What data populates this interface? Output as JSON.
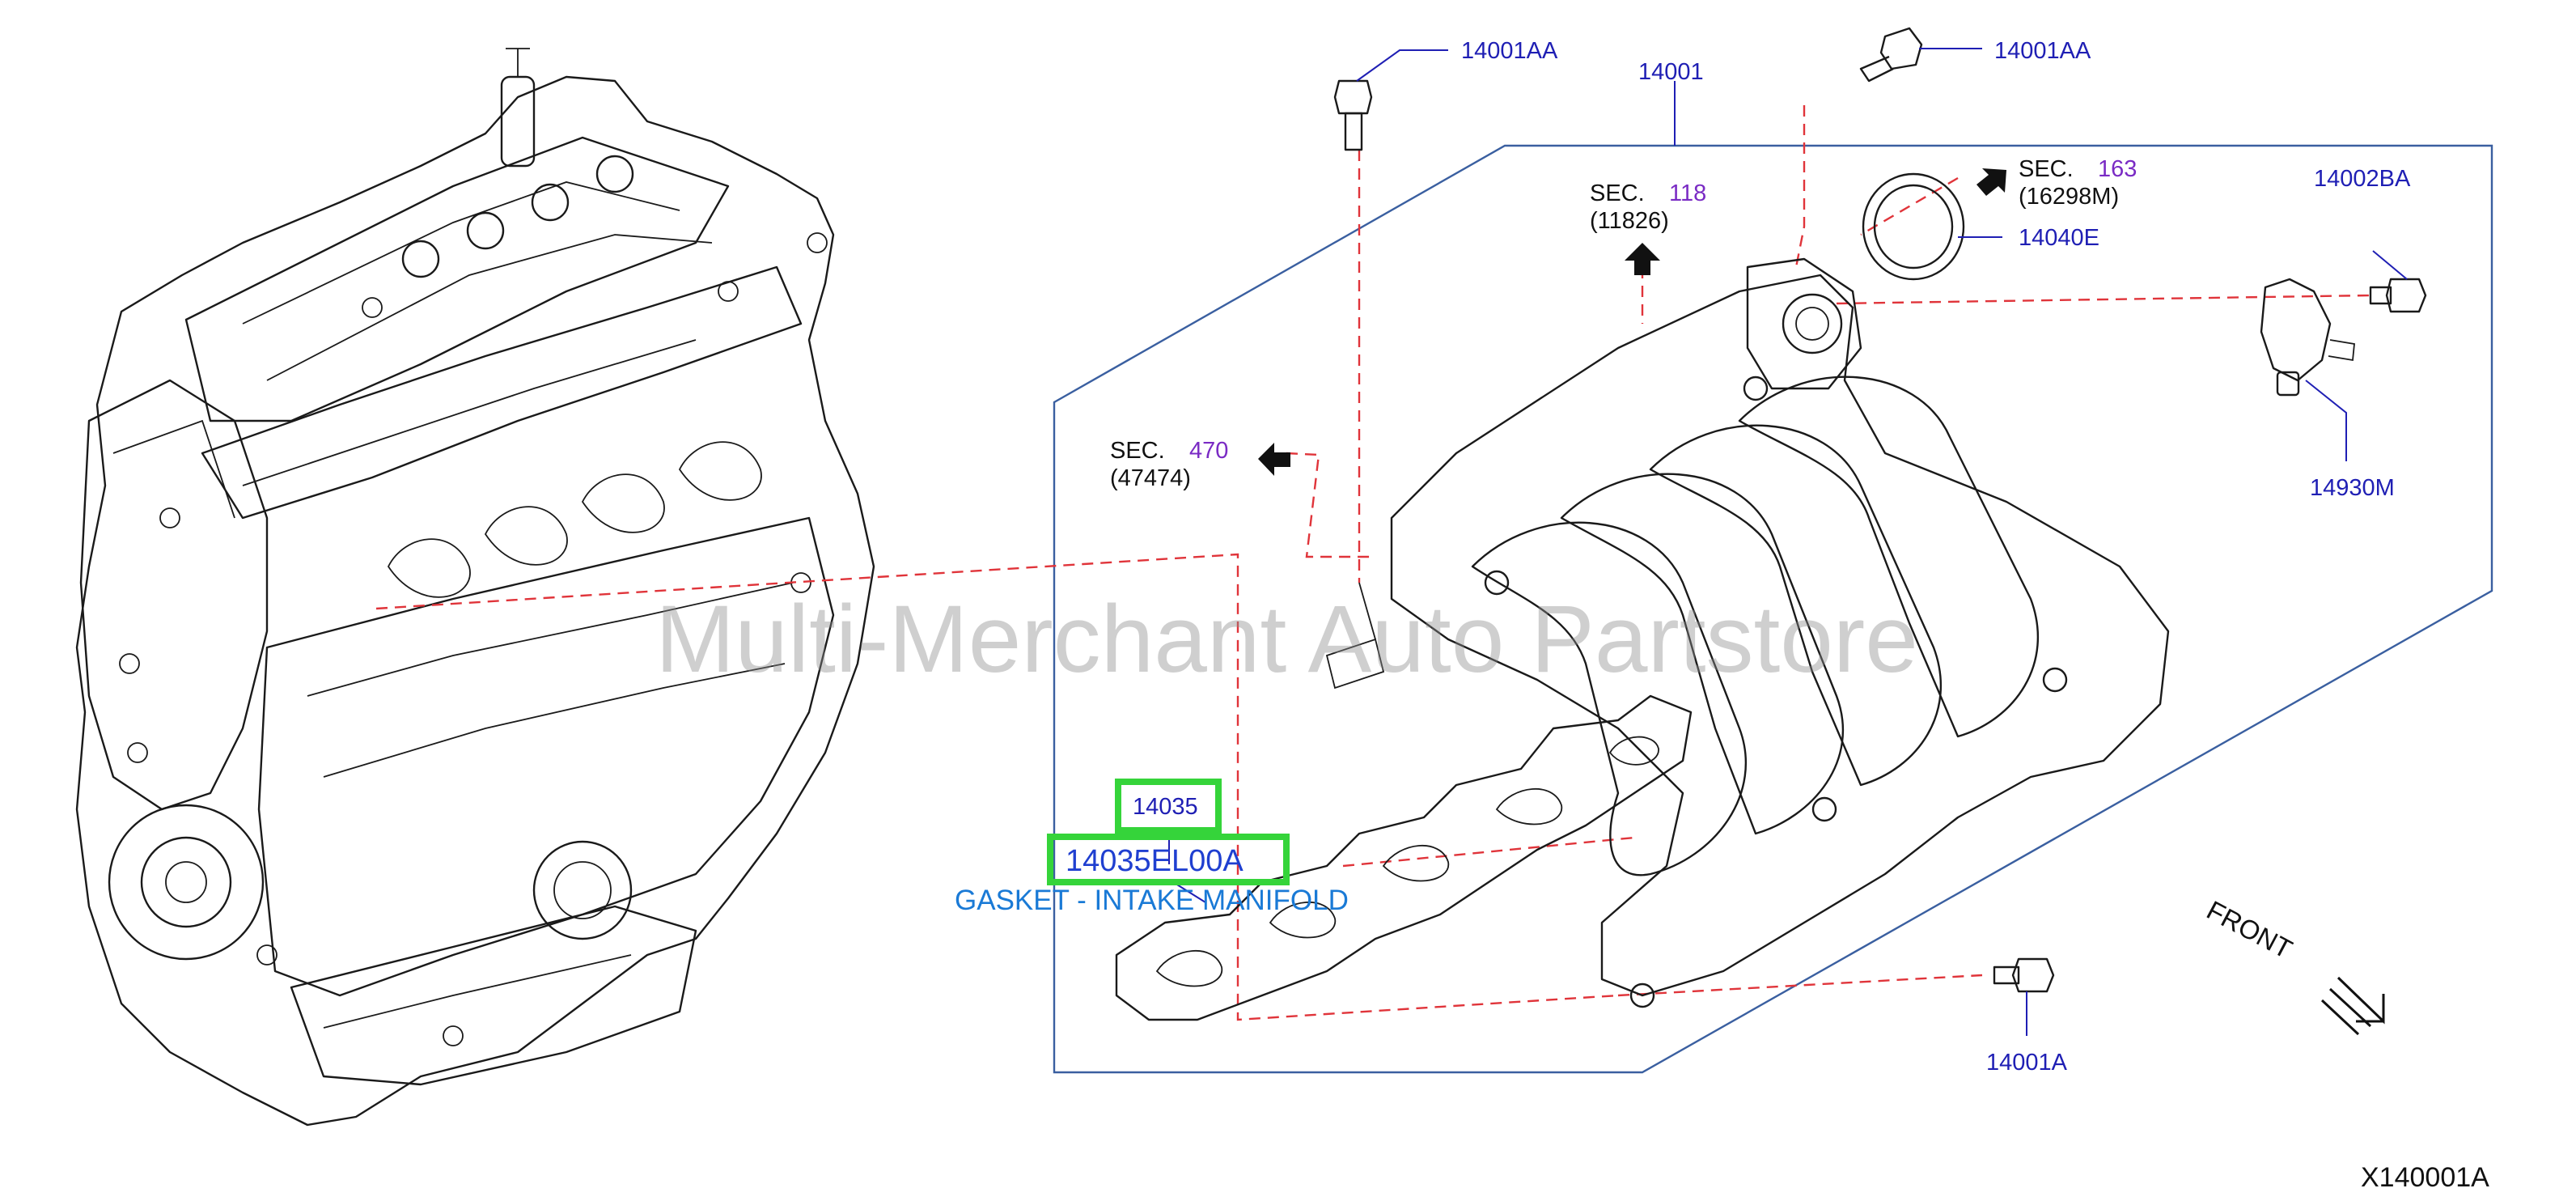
{
  "parts": {
    "bolt_top_left": "14001AA",
    "bolt_top_right": "14001AA",
    "manifold": "14001",
    "gasket_ring": "14040E",
    "bolt_sensor": "14002BA",
    "sensor": "14930M",
    "bolt_bottom": "14001A",
    "gasket_group": "14035"
  },
  "sections": {
    "sec118": {
      "label": "SEC.",
      "num": "118",
      "code": "(11826)"
    },
    "sec163": {
      "label": "SEC.",
      "num": "163",
      "code": "(16298M)"
    },
    "sec470": {
      "label": "SEC.",
      "num": "470",
      "code": "(47474)"
    }
  },
  "selected": {
    "part_number": "14035EL00A",
    "description": "GASKET - INTAKE MANIFOLD"
  },
  "direction_label": "FRONT",
  "figure_id": "X140001A",
  "watermark": "Multi-Merchant Auto Partstore",
  "colors": {
    "callout": "#1f1fb4",
    "section_number": "#7a2bc4",
    "highlight": "#35d43a",
    "dashed_line": "#e0343a",
    "description": "#1a7ad6"
  }
}
